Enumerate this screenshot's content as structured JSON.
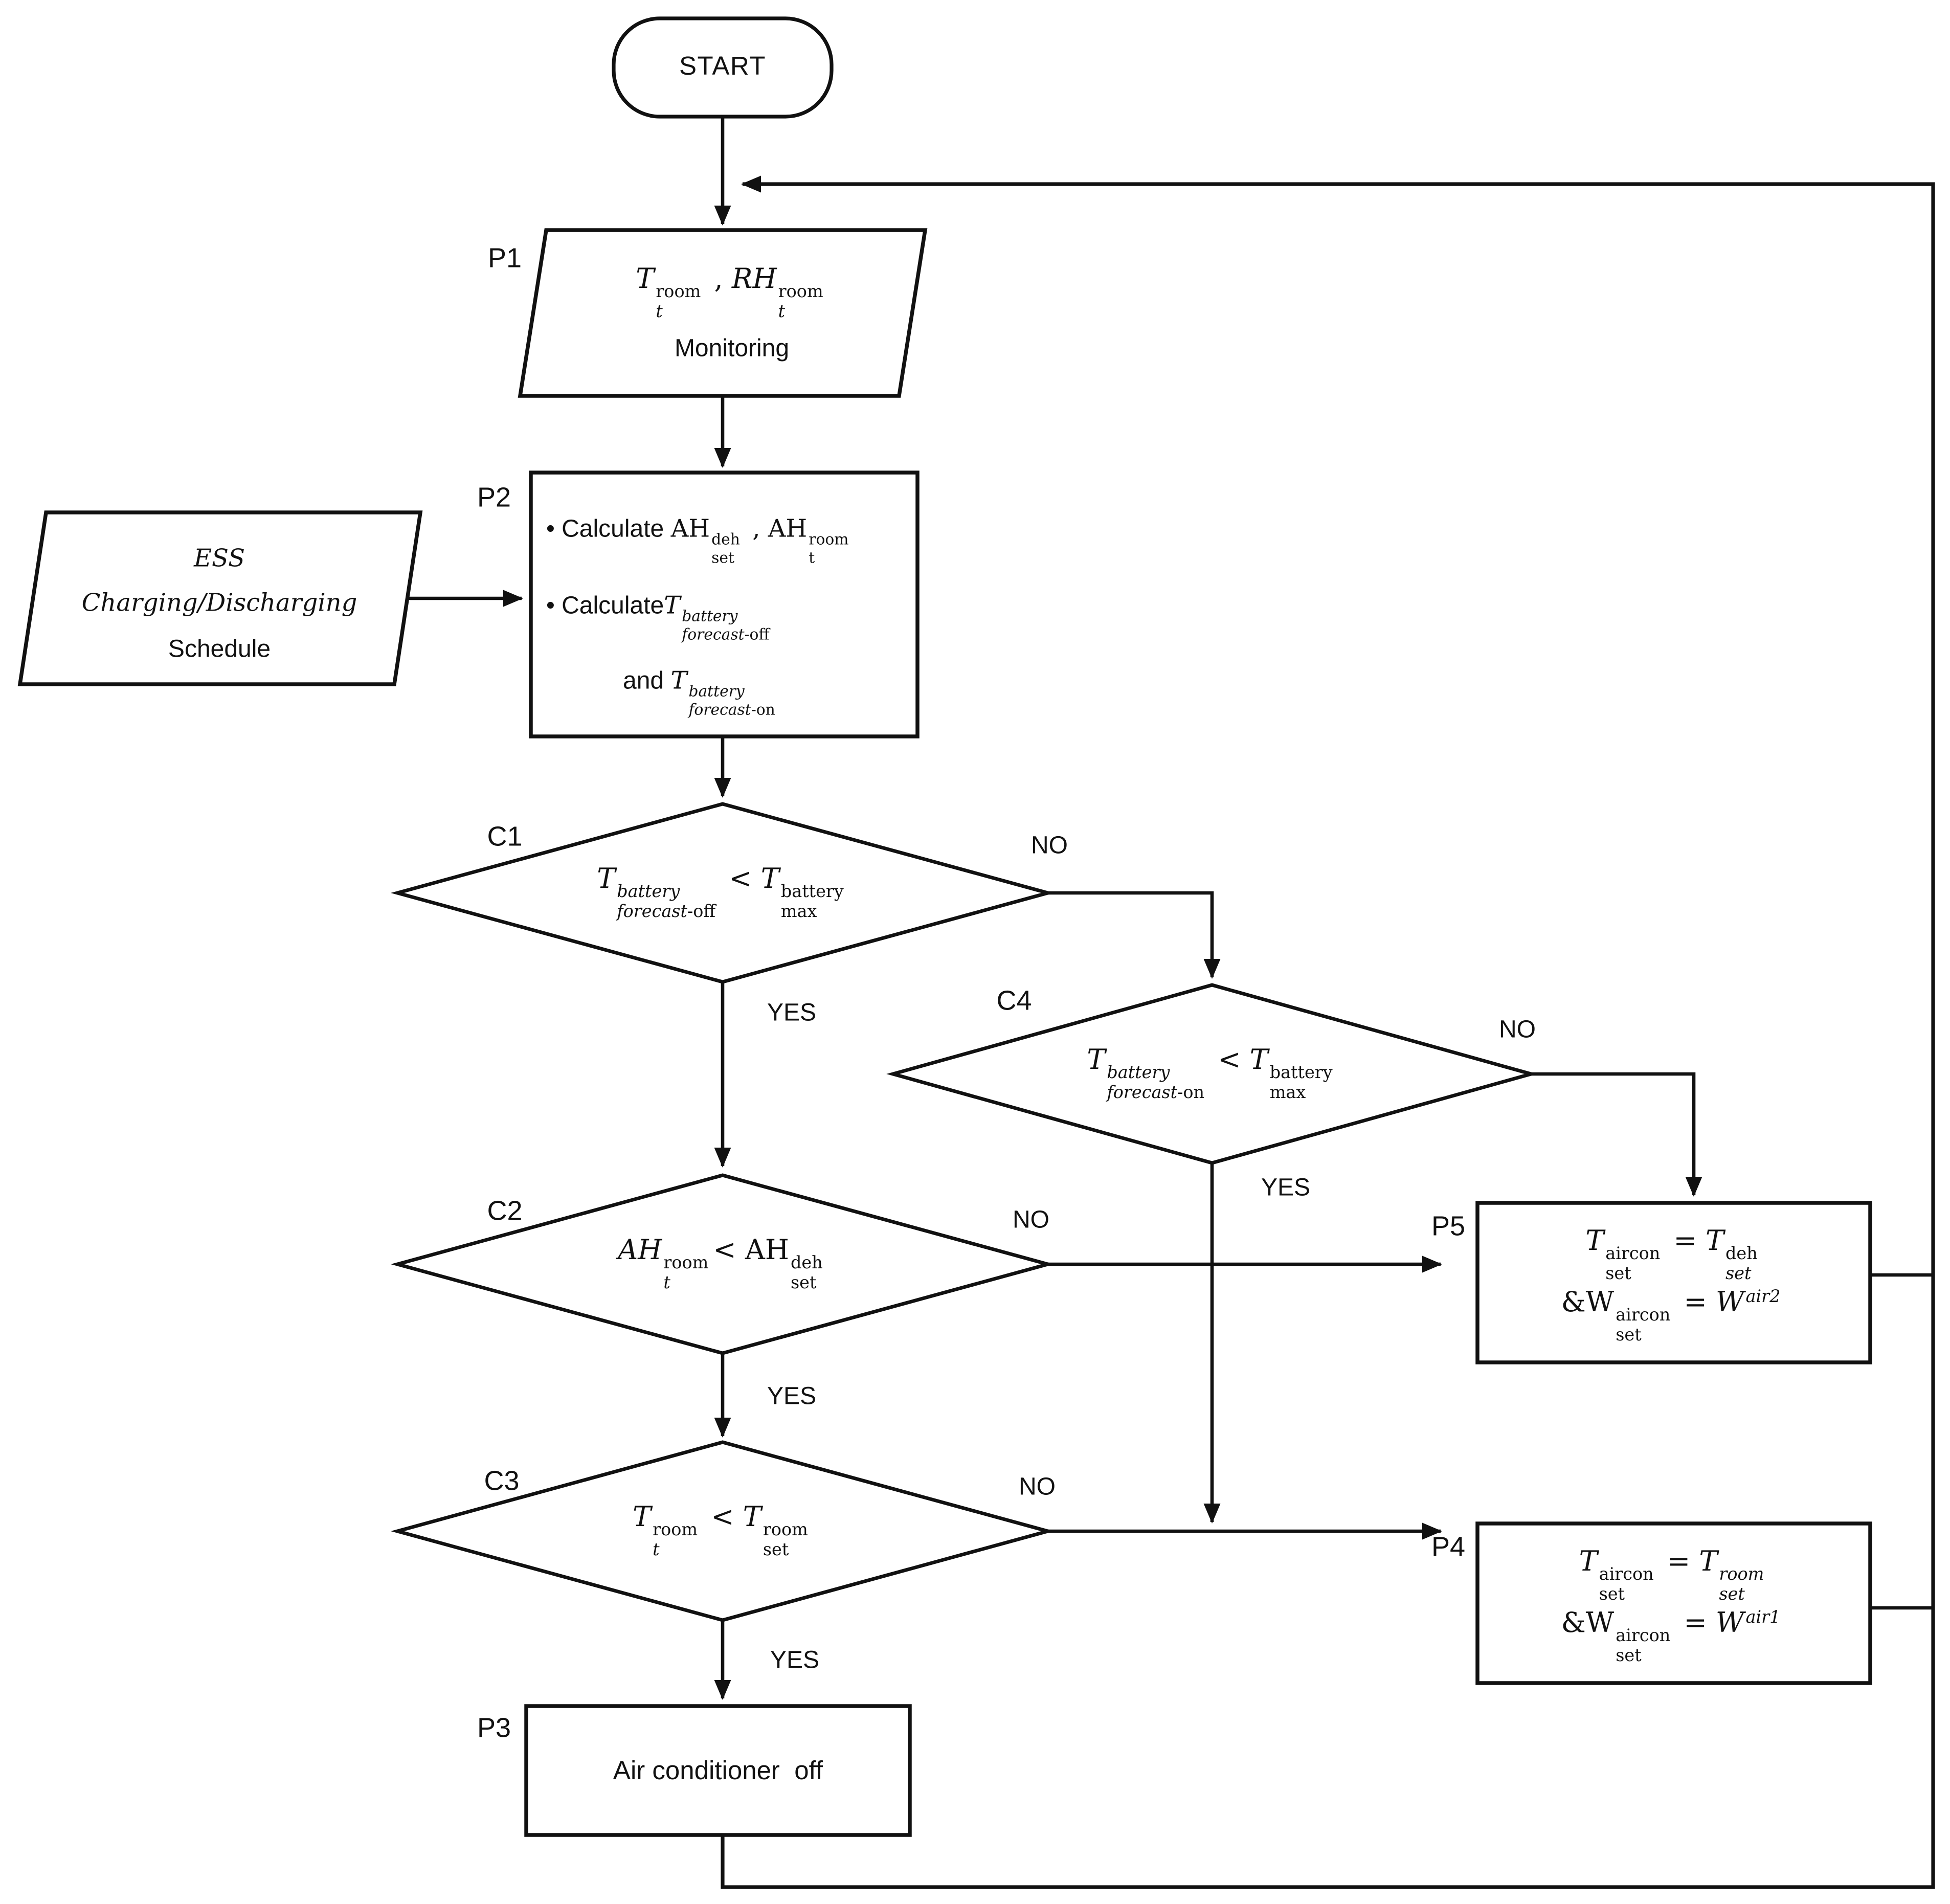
{
  "diagram": {
    "title": "Air conditioner / ESS control flowchart",
    "background_color": "#ffffff",
    "stroke_color": "#111111",
    "text_color": "#111111"
  },
  "nodes": {
    "start": {
      "text": "START"
    },
    "p1": {
      "tag": "P1",
      "math": [
        {
          "t": "T",
          "f": "i"
        },
        {
          "sup": [
            {
              "t": "room",
              "f": "r"
            }
          ],
          "sub": [
            {
              "t": "t",
              "f": "i"
            }
          ]
        },
        {
          "t": " , ",
          "f": "r"
        },
        {
          "t": "RH",
          "f": "i"
        },
        {
          "sup": [
            {
              "t": "room",
              "f": "r"
            }
          ],
          "sub": [
            {
              "t": "t",
              "f": "i"
            }
          ]
        }
      ],
      "text": "Monitoring"
    },
    "p2": {
      "tag": "P2",
      "lines": [
        {
          "math": [
            {
              "t": "• Calculate ",
              "f": "s"
            },
            {
              "t": "AH",
              "f": "r"
            },
            {
              "sup": [
                {
                  "t": "deh",
                  "f": "r"
                }
              ],
              "sub": [
                {
                  "t": "set",
                  "f": "r"
                }
              ]
            },
            {
              "t": " , ",
              "f": "r"
            },
            {
              "t": "AH",
              "f": "r"
            },
            {
              "sup": [
                {
                  "t": "room",
                  "f": "r"
                }
              ],
              "sub": [
                {
                  "t": "t",
                  "f": "r"
                }
              ]
            }
          ]
        },
        {
          "math": [
            {
              "t": "• Calculate",
              "f": "s"
            },
            {
              "t": "T",
              "f": "i"
            },
            {
              "sup": [
                {
                  "t": "battery",
                  "f": "i"
                }
              ],
              "sub": [
                {
                  "t": "forecast",
                  "f": "i"
                },
                {
                  "t": "-off",
                  "f": "r"
                }
              ]
            }
          ]
        },
        {
          "math": [
            {
              "t": "and ",
              "f": "s"
            },
            {
              "t": "T",
              "f": "i"
            },
            {
              "sup": [
                {
                  "t": "battery",
                  "f": "i"
                }
              ],
              "sub": [
                {
                  "t": "forecast",
                  "f": "i"
                },
                {
                  "t": "-on",
                  "f": "r"
                }
              ]
            }
          ]
        }
      ]
    },
    "ess": {
      "line1": "ESS",
      "line2": "Charging/Discharging",
      "line3": "Schedule"
    },
    "c1": {
      "tag": "C1",
      "math": [
        {
          "t": "T",
          "f": "i"
        },
        {
          "sup": [
            {
              "t": "battery",
              "f": "i"
            }
          ],
          "sub": [
            {
              "t": "forecast",
              "f": "i"
            },
            {
              "t": "-off",
              "f": "r"
            }
          ]
        },
        {
          "t": " < ",
          "f": "r"
        },
        {
          "t": "T",
          "f": "i"
        },
        {
          "sup": [
            {
              "t": "battery",
              "f": "r"
            }
          ],
          "sub": [
            {
              "t": "max",
              "f": "r"
            }
          ]
        }
      ]
    },
    "c4": {
      "tag": "C4",
      "math": [
        {
          "t": "T",
          "f": "i"
        },
        {
          "sup": [
            {
              "t": "battery",
              "f": "i"
            }
          ],
          "sub": [
            {
              "t": "forecast",
              "f": "i"
            },
            {
              "t": "-on",
              "f": "r"
            }
          ]
        },
        {
          "t": " < ",
          "f": "r"
        },
        {
          "t": "T",
          "f": "i"
        },
        {
          "sup": [
            {
              "t": "battery",
              "f": "r"
            }
          ],
          "sub": [
            {
              "t": "max",
              "f": "r"
            }
          ]
        }
      ]
    },
    "c2": {
      "tag": "C2",
      "math": [
        {
          "t": "AH",
          "f": "i"
        },
        {
          "sup": [
            {
              "t": "room",
              "f": "r"
            }
          ],
          "sub": [
            {
              "t": "t",
              "f": "i"
            }
          ]
        },
        {
          "t": "< ",
          "f": "r"
        },
        {
          "t": "AH",
          "f": "r"
        },
        {
          "sup": [
            {
              "t": "deh",
              "f": "r"
            }
          ],
          "sub": [
            {
              "t": "set",
              "f": "r"
            }
          ]
        }
      ]
    },
    "c3": {
      "tag": "C3",
      "math": [
        {
          "t": "T",
          "f": "i"
        },
        {
          "sup": [
            {
              "t": "room",
              "f": "r"
            }
          ],
          "sub": [
            {
              "t": "t",
              "f": "i"
            }
          ]
        },
        {
          "t": " < ",
          "f": "r"
        },
        {
          "t": "T",
          "f": "i"
        },
        {
          "sup": [
            {
              "t": "room",
              "f": "r"
            }
          ],
          "sub": [
            {
              "t": "set",
              "f": "r"
            }
          ]
        }
      ]
    },
    "p5": {
      "tag": "P5",
      "math1": [
        {
          "t": "T",
          "f": "i"
        },
        {
          "sup": [
            {
              "t": "aircon",
              "f": "r"
            }
          ],
          "sub": [
            {
              "t": "set",
              "f": "r"
            }
          ]
        },
        {
          "t": " = ",
          "f": "r"
        },
        {
          "t": "T",
          "f": "i"
        },
        {
          "sup": [
            {
              "t": "deh",
              "f": "r"
            }
          ],
          "sub": [
            {
              "t": "set",
              "f": "i"
            }
          ]
        }
      ],
      "math2": [
        {
          "t": "&",
          "f": "r"
        },
        {
          "t": "W",
          "f": "r"
        },
        {
          "sup": [
            {
              "t": "aircon",
              "f": "r"
            }
          ],
          "sub": [
            {
              "t": "set",
              "f": "r"
            }
          ]
        },
        {
          "t": " = ",
          "f": "r"
        },
        {
          "t": "W",
          "f": "i"
        },
        {
          "sup": [
            {
              "t": "air2",
              "f": "i"
            }
          ]
        }
      ]
    },
    "p4": {
      "tag": "P4",
      "math1": [
        {
          "t": "T",
          "f": "i"
        },
        {
          "sup": [
            {
              "t": "aircon",
              "f": "r"
            }
          ],
          "sub": [
            {
              "t": "set",
              "f": "r"
            }
          ]
        },
        {
          "t": " = ",
          "f": "r"
        },
        {
          "t": "T",
          "f": "i"
        },
        {
          "sup": [
            {
              "t": "room",
              "f": "i"
            }
          ],
          "sub": [
            {
              "t": "set",
              "f": "i"
            }
          ]
        }
      ],
      "math2": [
        {
          "t": "&",
          "f": "r"
        },
        {
          "t": "W",
          "f": "r"
        },
        {
          "sup": [
            {
              "t": "aircon",
              "f": "r"
            }
          ],
          "sub": [
            {
              "t": "set",
              "f": "r"
            }
          ]
        },
        {
          "t": " = ",
          "f": "r"
        },
        {
          "t": "W",
          "f": "i"
        },
        {
          "sup": [
            {
              "t": "air1",
              "f": "i"
            }
          ]
        }
      ]
    },
    "p3": {
      "tag": "P3",
      "text": "Air conditioner  off"
    }
  },
  "edges": {
    "c1_no": "NO",
    "c1_yes": "YES",
    "c2_no": "NO",
    "c2_yes": "YES",
    "c3_no": "NO",
    "c3_yes": "YES",
    "c4_no": "NO",
    "c4_yes": "YES"
  }
}
